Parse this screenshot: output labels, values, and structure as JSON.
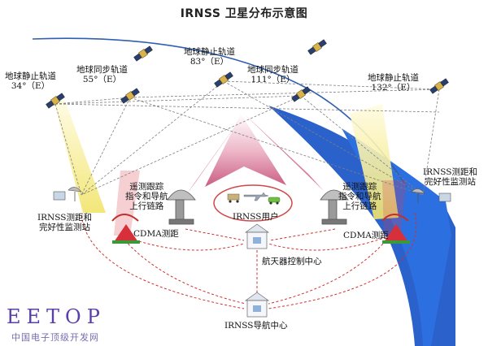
{
  "title": "IRNSS 卫星分布示意图",
  "satellites": [
    {
      "name_line1": "地球静止轨道",
      "name_line2": "34°（E）"
    },
    {
      "name_line1": "地球同步轨道",
      "name_line2": "55°（E）"
    },
    {
      "name_line1": "地球静止轨道",
      "name_line2": "83°（E）"
    },
    {
      "name_line1": "地球同步轨道",
      "name_line2": "111°（E）"
    },
    {
      "name_line1": "地球静止轨道",
      "name_line2": "132°（E）"
    }
  ],
  "stations": {
    "left_monitor": {
      "line1": "IRNSS测距和",
      "line2": "完好性监测站"
    },
    "right_monitor": {
      "line1": "IRNSS测距和",
      "line2": "完好性监测站"
    },
    "left_uplink": {
      "line1": "遥测跟踪",
      "line2": "指令和导航",
      "line3": "上行链路"
    },
    "right_uplink": {
      "line1": "遥测跟踪",
      "line2": "指令和导航",
      "line3": "上行链路"
    },
    "left_cdma": "CDMA测距",
    "right_cdma": "CDMA测距",
    "users": "IRNSS用户",
    "control_center": "航天器控制中心",
    "nav_center": "IRNSS导航中心"
  },
  "watermark": {
    "logo": "EETOP",
    "tagline": "中国电子顶级开发网"
  },
  "colors": {
    "orbit": "#2f5fb0",
    "earth": "#1f58c8",
    "beam_pink": "#c84a78",
    "beam_yellow": "#f4eea0",
    "link_dashed": "#7f7f7f",
    "link_red": "#d03030"
  }
}
